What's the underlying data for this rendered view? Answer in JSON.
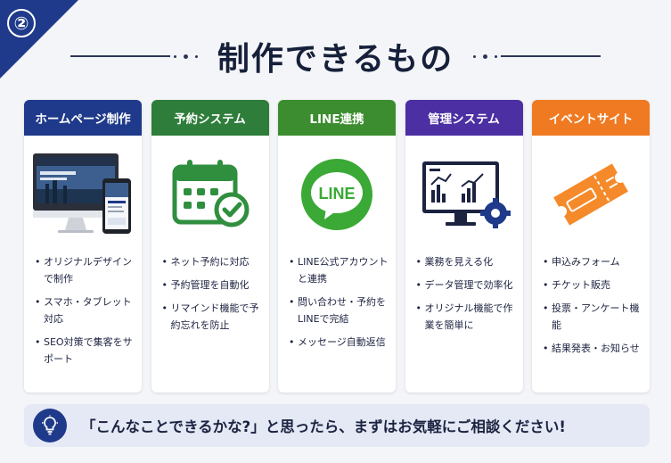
{
  "badge": {
    "number": "②"
  },
  "header": {
    "title": "制作できるもの"
  },
  "colors": {
    "navy": "#1f3a8a",
    "green": "#2f7d3a",
    "line_green": "#3c8d2f",
    "purple": "#4b2fa3",
    "orange": "#f07a21"
  },
  "cards": [
    {
      "title": "ホームページ制作",
      "icon": "computer-and-phone-icon",
      "items": [
        "オリジナルデザインで制作",
        "スマホ・タブレット対応",
        "SEO対策で集客をサポート"
      ]
    },
    {
      "title": "予約システム",
      "icon": "calendar-check-icon",
      "items": [
        "ネット予約に対応",
        "予約管理を自動化",
        "リマインド機能で予約忘れを防止"
      ]
    },
    {
      "title": "LINE連携",
      "icon": "line-logo-icon",
      "logo_text": "LINE",
      "items": [
        "LINE公式アカウントと連携",
        "問い合わせ・予約をLINEで完結",
        "メッセージ自動返信"
      ]
    },
    {
      "title": "管理システム",
      "icon": "monitor-chart-gear-icon",
      "items": [
        "業務を見える化",
        "データ管理で効率化",
        "オリジナル機能で作業を簡単に"
      ]
    },
    {
      "title": "イベントサイト",
      "icon": "ticket-icon",
      "items": [
        "申込みフォーム",
        "チケット販売",
        "投票・アンケート機能",
        "結果発表・お知らせ"
      ]
    }
  ],
  "banner": {
    "icon": "lightbulb-icon",
    "text": "「こんなことできるかな?」と思ったら、まずはお気軽にご相談ください!"
  }
}
